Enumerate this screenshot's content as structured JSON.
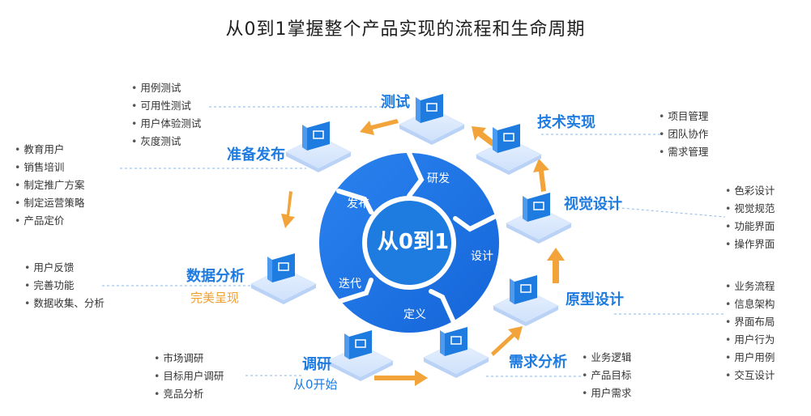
{
  "title": "从0到1掌握整个产品实现的流程和生命周期",
  "center": {
    "label": "从0到1",
    "segments": [
      "研发",
      "设计",
      "定义",
      "迭代",
      "发布"
    ]
  },
  "stages": {
    "research": {
      "label": "调研",
      "sub": "从0开始",
      "items": [
        "市场调研",
        "目标用户调研",
        "竞品分析"
      ]
    },
    "requirements": {
      "label": "需求分析",
      "items": [
        "业务逻辑",
        "产品目标",
        "用户需求"
      ]
    },
    "prototype": {
      "label": "原型设计",
      "items": [
        "业务流程",
        "信息架构",
        "界面布局",
        "用户行为",
        "用户用例",
        "交互设计"
      ]
    },
    "visual": {
      "label": "视觉设计",
      "items": [
        "色彩设计",
        "视觉规范",
        "功能界面",
        "操作界面"
      ]
    },
    "tech": {
      "label": "技术实现",
      "items": [
        "项目管理",
        "团队协作",
        "需求管理"
      ]
    },
    "testing": {
      "label": "测试",
      "items": [
        "用例测试",
        "可用性测试",
        "用户体验测试",
        "灰度测试"
      ]
    },
    "release": {
      "label": "准备发布",
      "items": [
        "教育用户",
        "销售培训",
        "制定推广方案",
        "制定运营策略",
        "产品定价"
      ]
    },
    "analysis": {
      "label": "数据分析",
      "sub": "完美呈现",
      "items": [
        "用户反馈",
        "完善功能",
        "数据收集、分析"
      ]
    }
  },
  "colors": {
    "primary": "#1e7be0",
    "accent": "#f0a033"
  }
}
